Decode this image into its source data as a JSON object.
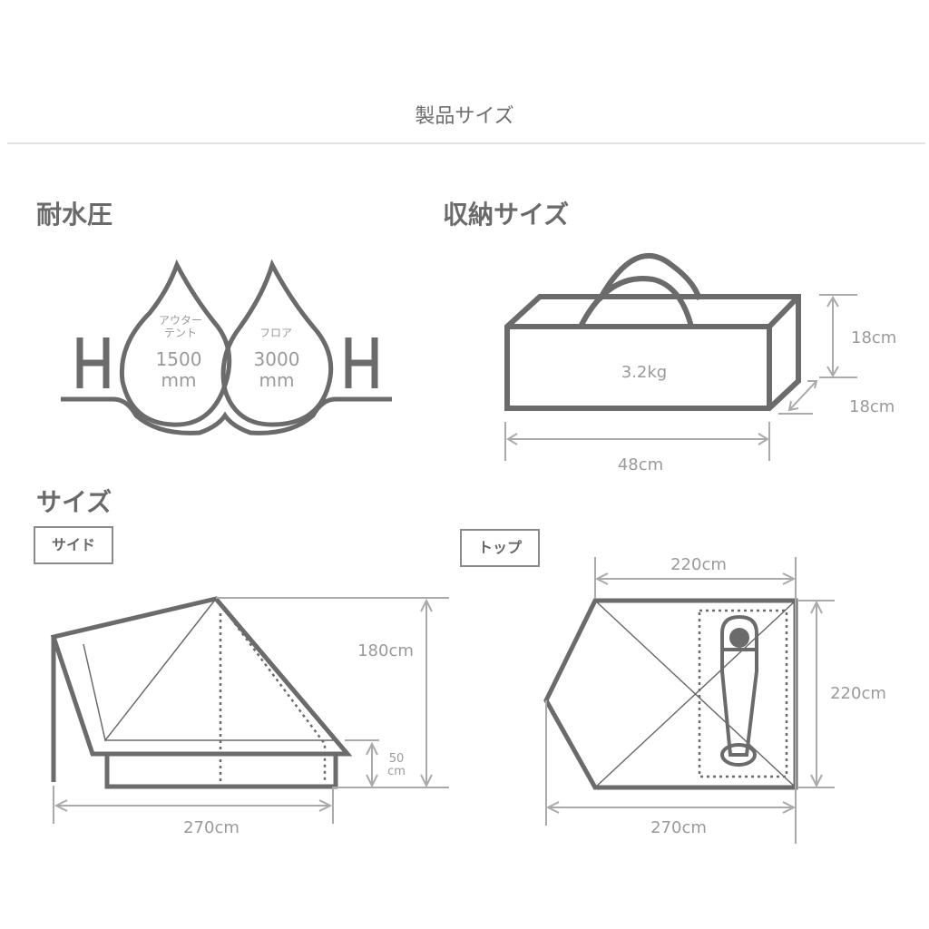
{
  "page": {
    "title": "製品サイズ"
  },
  "colors": {
    "line": "#6b6b6b",
    "dim": "#a9a9a9",
    "text": "#6a6a6a",
    "divider": "#e3e3e3"
  },
  "water": {
    "title": "耐水圧",
    "outer": {
      "label_line1": "アウター",
      "label_line2": "テント",
      "value": "1500",
      "unit": "mm"
    },
    "floor": {
      "label": "フロア",
      "value": "3000",
      "unit": "mm"
    },
    "h_left": "H",
    "h_right": "H"
  },
  "storage": {
    "title": "収納サイズ",
    "weight": "3.2kg",
    "height": "18cm",
    "depth": "18cm",
    "width": "48cm"
  },
  "size": {
    "title": "サイズ",
    "side": {
      "tag": "サイド",
      "height": "180cm",
      "inner_height_num": "50",
      "inner_height_unit": "cm",
      "length": "270cm"
    },
    "top": {
      "tag": "トップ",
      "inner_width": "220cm",
      "depth": "220cm",
      "length": "270cm"
    }
  }
}
